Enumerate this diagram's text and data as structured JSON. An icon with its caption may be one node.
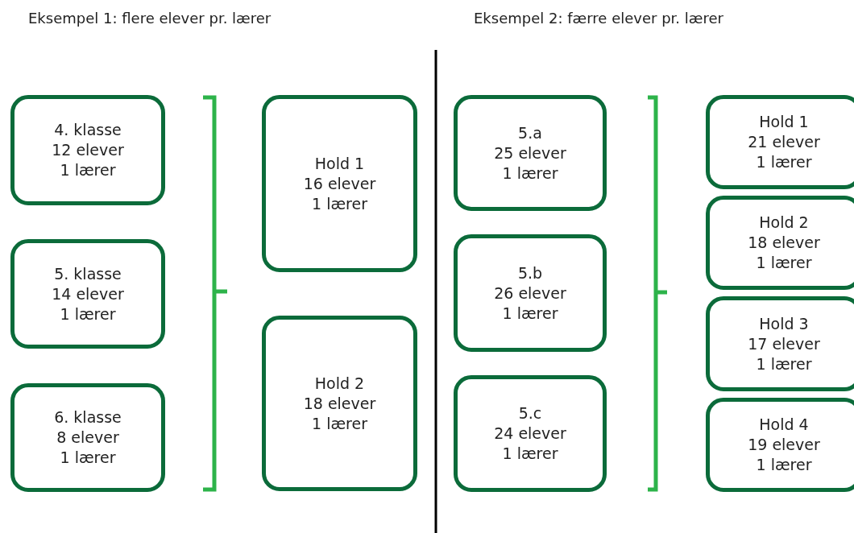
{
  "diagram": {
    "nodes": [
      {
        "text": [
          "4. klasse",
          "12 elever",
          "1 lærer"
        ]
      },
      {
        "text": [
          "5. klasse",
          "14 elever",
          "1 lærer"
        ]
      },
      {
        "text": [
          "6. klasse",
          "8 elever",
          "1 lærer"
        ]
      },
      {
        "text": [
          "Hold 1",
          "16 elever",
          "1 lærer"
        ]
      },
      {
        "text": [
          "Hold 2",
          "18 elever",
          "1 lærer"
        ]
      },
      {
        "text": [
          "5.a",
          "25 elever",
          "1 lærer"
        ]
      },
      {
        "text": [
          "5.b",
          "26 elever",
          "1 lærer"
        ]
      },
      {
        "text": [
          "5.c",
          "24 elever",
          "1 lærer"
        ]
      },
      {
        "text": [
          "Hold 1",
          "21 elever",
          "1 lærer"
        ]
      },
      {
        "text": [
          "Hold 2",
          "18 elever",
          "1 lærer"
        ]
      },
      {
        "text": [
          "Hold 3",
          "17 elever",
          "1 lærer"
        ]
      },
      {
        "text": [
          "Hold 4",
          "19 elever",
          "1 lærer"
        ]
      }
    ],
    "labels": [
      "Eksempel 1: flere elever pr. lærer",
      "Eksempel 2: færre elever pr. lærer"
    ]
  }
}
